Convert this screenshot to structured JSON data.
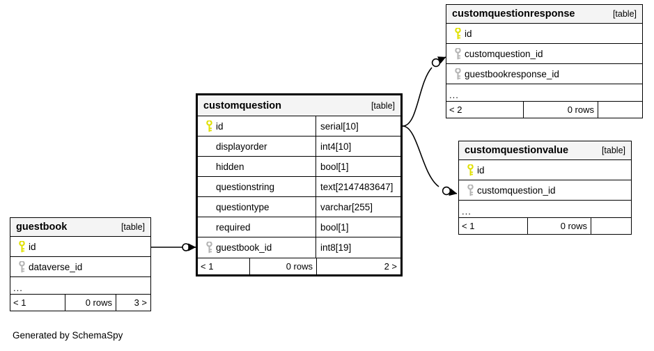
{
  "diagram": {
    "generator_text": "Generated by SchemaSpy",
    "table_tag": "[table]",
    "ellipsis": "...",
    "pk_icon": "key-icon-primary",
    "fk_icon": "key-icon-foreign",
    "pk_color": "#e8e800",
    "fk_color": "#b3b3b3",
    "header_bg": "#f4f4f4",
    "line_color": "#000000"
  },
  "tables": [
    {
      "id": "customquestionresponse",
      "name": "customquestionresponse",
      "tag": "[table]",
      "focus": false,
      "columns": [
        {
          "key": "pk",
          "name": "id",
          "type": ""
        },
        {
          "key": "fk",
          "name": "customquestion_id",
          "type": ""
        },
        {
          "key": "fk",
          "name": "guestbookresponse_id",
          "type": ""
        }
      ],
      "has_more": true,
      "footer": {
        "left": "< 2",
        "middle": "0 rows",
        "right": ""
      }
    },
    {
      "id": "customquestionvalue",
      "name": "customquestionvalue",
      "tag": "[table]",
      "focus": false,
      "columns": [
        {
          "key": "pk",
          "name": "id",
          "type": ""
        },
        {
          "key": "fk",
          "name": "customquestion_id",
          "type": ""
        }
      ],
      "has_more": true,
      "footer": {
        "left": "< 1",
        "middle": "0 rows",
        "right": ""
      }
    },
    {
      "id": "customquestion",
      "name": "customquestion",
      "tag": "[table]",
      "focus": true,
      "columns": [
        {
          "key": "pk",
          "name": "id",
          "type": "serial[10]"
        },
        {
          "key": "none",
          "name": "displayorder",
          "type": "int4[10]"
        },
        {
          "key": "none",
          "name": "hidden",
          "type": "bool[1]"
        },
        {
          "key": "none",
          "name": "questionstring",
          "type": "text[2147483647]"
        },
        {
          "key": "none",
          "name": "questiontype",
          "type": "varchar[255]"
        },
        {
          "key": "none",
          "name": "required",
          "type": "bool[1]"
        },
        {
          "key": "fk",
          "name": "guestbook_id",
          "type": "int8[19]"
        }
      ],
      "has_more": false,
      "footer": {
        "left": "< 1",
        "middle": "0 rows",
        "right": "2 >"
      }
    },
    {
      "id": "guestbook",
      "name": "guestbook",
      "tag": "[table]",
      "focus": false,
      "columns": [
        {
          "key": "pk",
          "name": "id",
          "type": ""
        },
        {
          "key": "fk",
          "name": "dataverse_id",
          "type": ""
        }
      ],
      "has_more": true,
      "footer": {
        "left": "< 1",
        "middle": "0 rows",
        "right": "3 >"
      }
    }
  ],
  "relationships": [
    {
      "from": "guestbook.id",
      "to": "customquestion.guestbook_id"
    },
    {
      "from": "customquestion.id",
      "to": "customquestionresponse.customquestion_id"
    },
    {
      "from": "customquestion.id",
      "to": "customquestionvalue.customquestion_id"
    }
  ]
}
